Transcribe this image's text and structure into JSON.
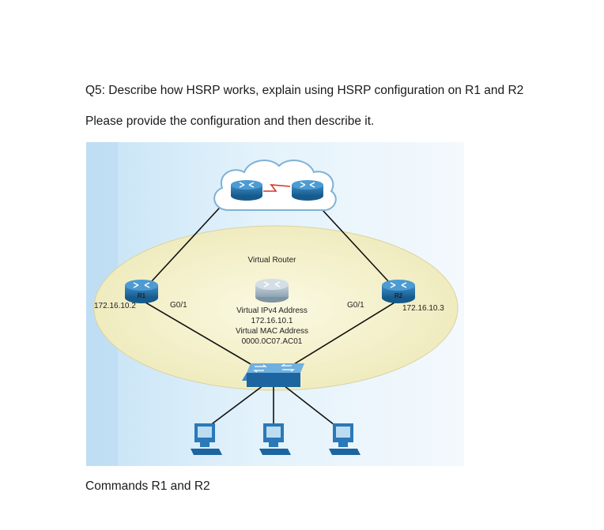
{
  "document": {
    "question": "Q5: Describe how HSRP works, explain using HSRP configuration on R1 and R2",
    "prompt": "Please provide the configuration and then describe it.",
    "footer": "Commands R1 and R2"
  },
  "diagram": {
    "virtual_router": {
      "title": "Virtual Router",
      "ipv4_label": "Virtual IPv4 Address",
      "ipv4_value": "172.16.10.1",
      "mac_label": "Virtual MAC Address",
      "mac_value": "0000.0C07.AC01"
    },
    "r1": {
      "name": "R1",
      "ip": "172.16.10.2",
      "interface": "G0/1"
    },
    "r2": {
      "name": "R2",
      "ip": "172.16.10.3",
      "interface": "G0/1"
    },
    "icons": [
      "cloud-icon",
      "router-icon",
      "switch-icon",
      "pc-icon"
    ],
    "colors": {
      "router": "#1f6fa8",
      "ellipse": "#f3f0c8",
      "cloud_link": "#d9342b",
      "background": "#d6ecf8"
    }
  }
}
